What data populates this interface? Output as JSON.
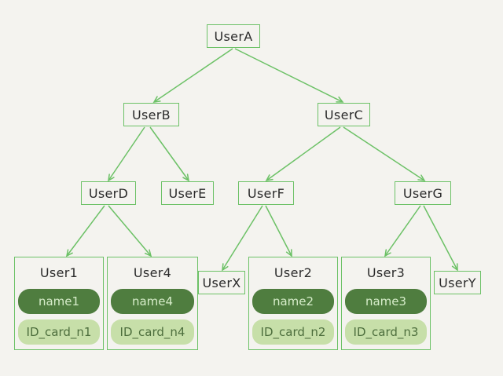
{
  "nodes": {
    "userA": "UserA",
    "userB": "UserB",
    "userC": "UserC",
    "userD": "UserD",
    "userE": "UserE",
    "userF": "UserF",
    "userG": "UserG",
    "userX": "UserX",
    "userY": "UserY"
  },
  "leaves": [
    {
      "title": "User1",
      "name": "name1",
      "id_card": "ID_card_n1"
    },
    {
      "title": "User4",
      "name": "name4",
      "id_card": "ID_card_n4"
    },
    {
      "title": "User2",
      "name": "name2",
      "id_card": "ID_card_n2"
    },
    {
      "title": "User3",
      "name": "name3",
      "id_card": "ID_card_n3"
    }
  ],
  "colors": {
    "edge": "#6cc166",
    "border": "#6cc166",
    "name_fill": "#4f7d3f",
    "id_fill": "#c7dfa9",
    "background": "#f4f3ef"
  }
}
